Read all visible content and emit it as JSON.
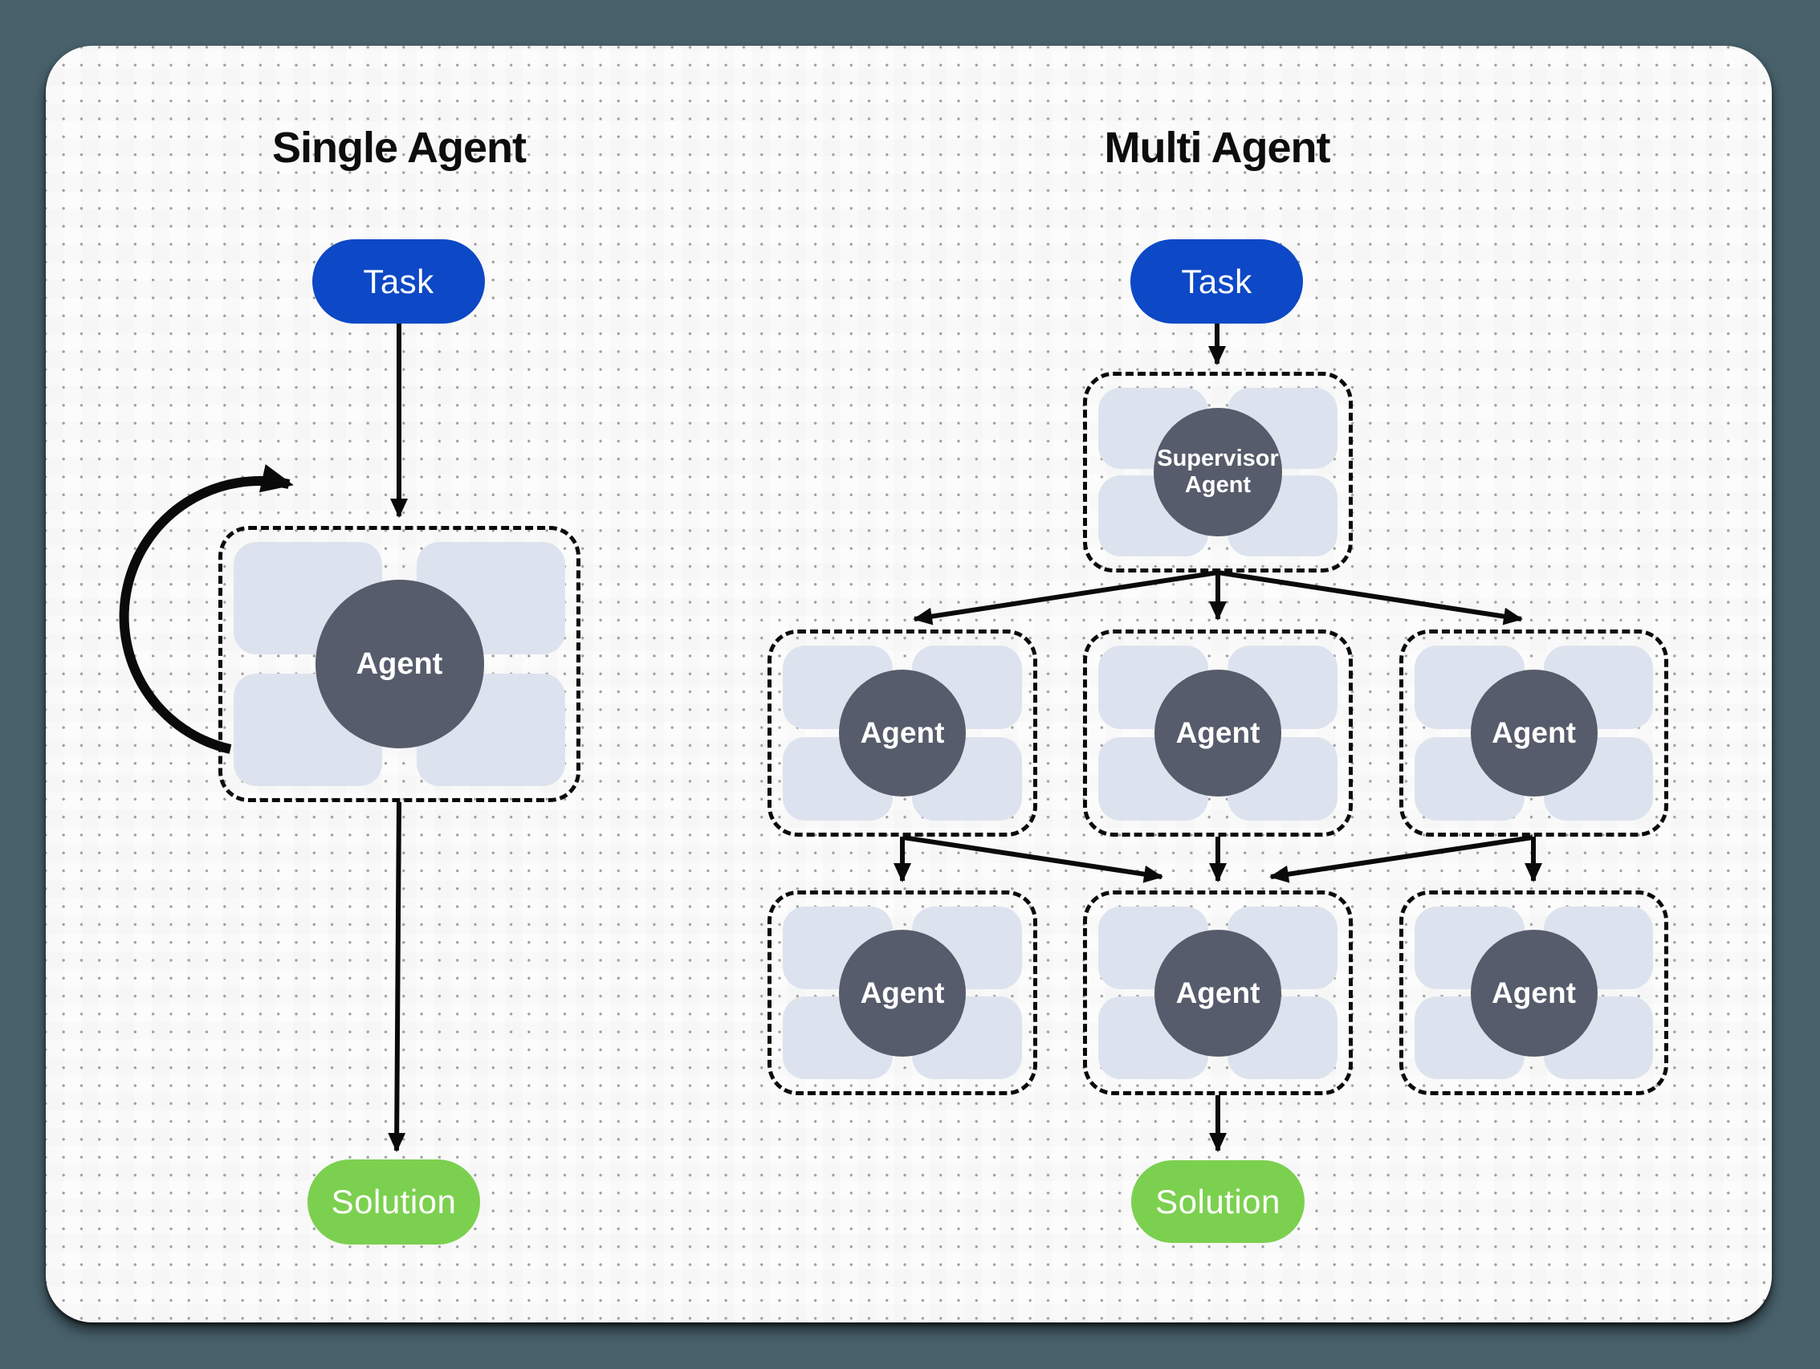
{
  "colors": {
    "page_background": "#48616b",
    "card_background": "#fcfcfc",
    "task_pill": "#0d48c6",
    "solution_pill": "#7cd04f",
    "agent_circle": "#565c6b",
    "tool_rect": "#dde3ee",
    "connector": "#0a0a0a"
  },
  "single": {
    "title": "Single Agent",
    "task_label": "Task",
    "agent_label": "Agent",
    "solution_label": "Solution"
  },
  "multi": {
    "title": "Multi Agent",
    "task_label": "Task",
    "supervisor_line1": "Supervisor",
    "supervisor_line2": "Agent",
    "row1_agents": [
      "Agent",
      "Agent",
      "Agent"
    ],
    "row2_agents": [
      "Agent",
      "Agent",
      "Agent"
    ],
    "solution_label": "Solution"
  }
}
